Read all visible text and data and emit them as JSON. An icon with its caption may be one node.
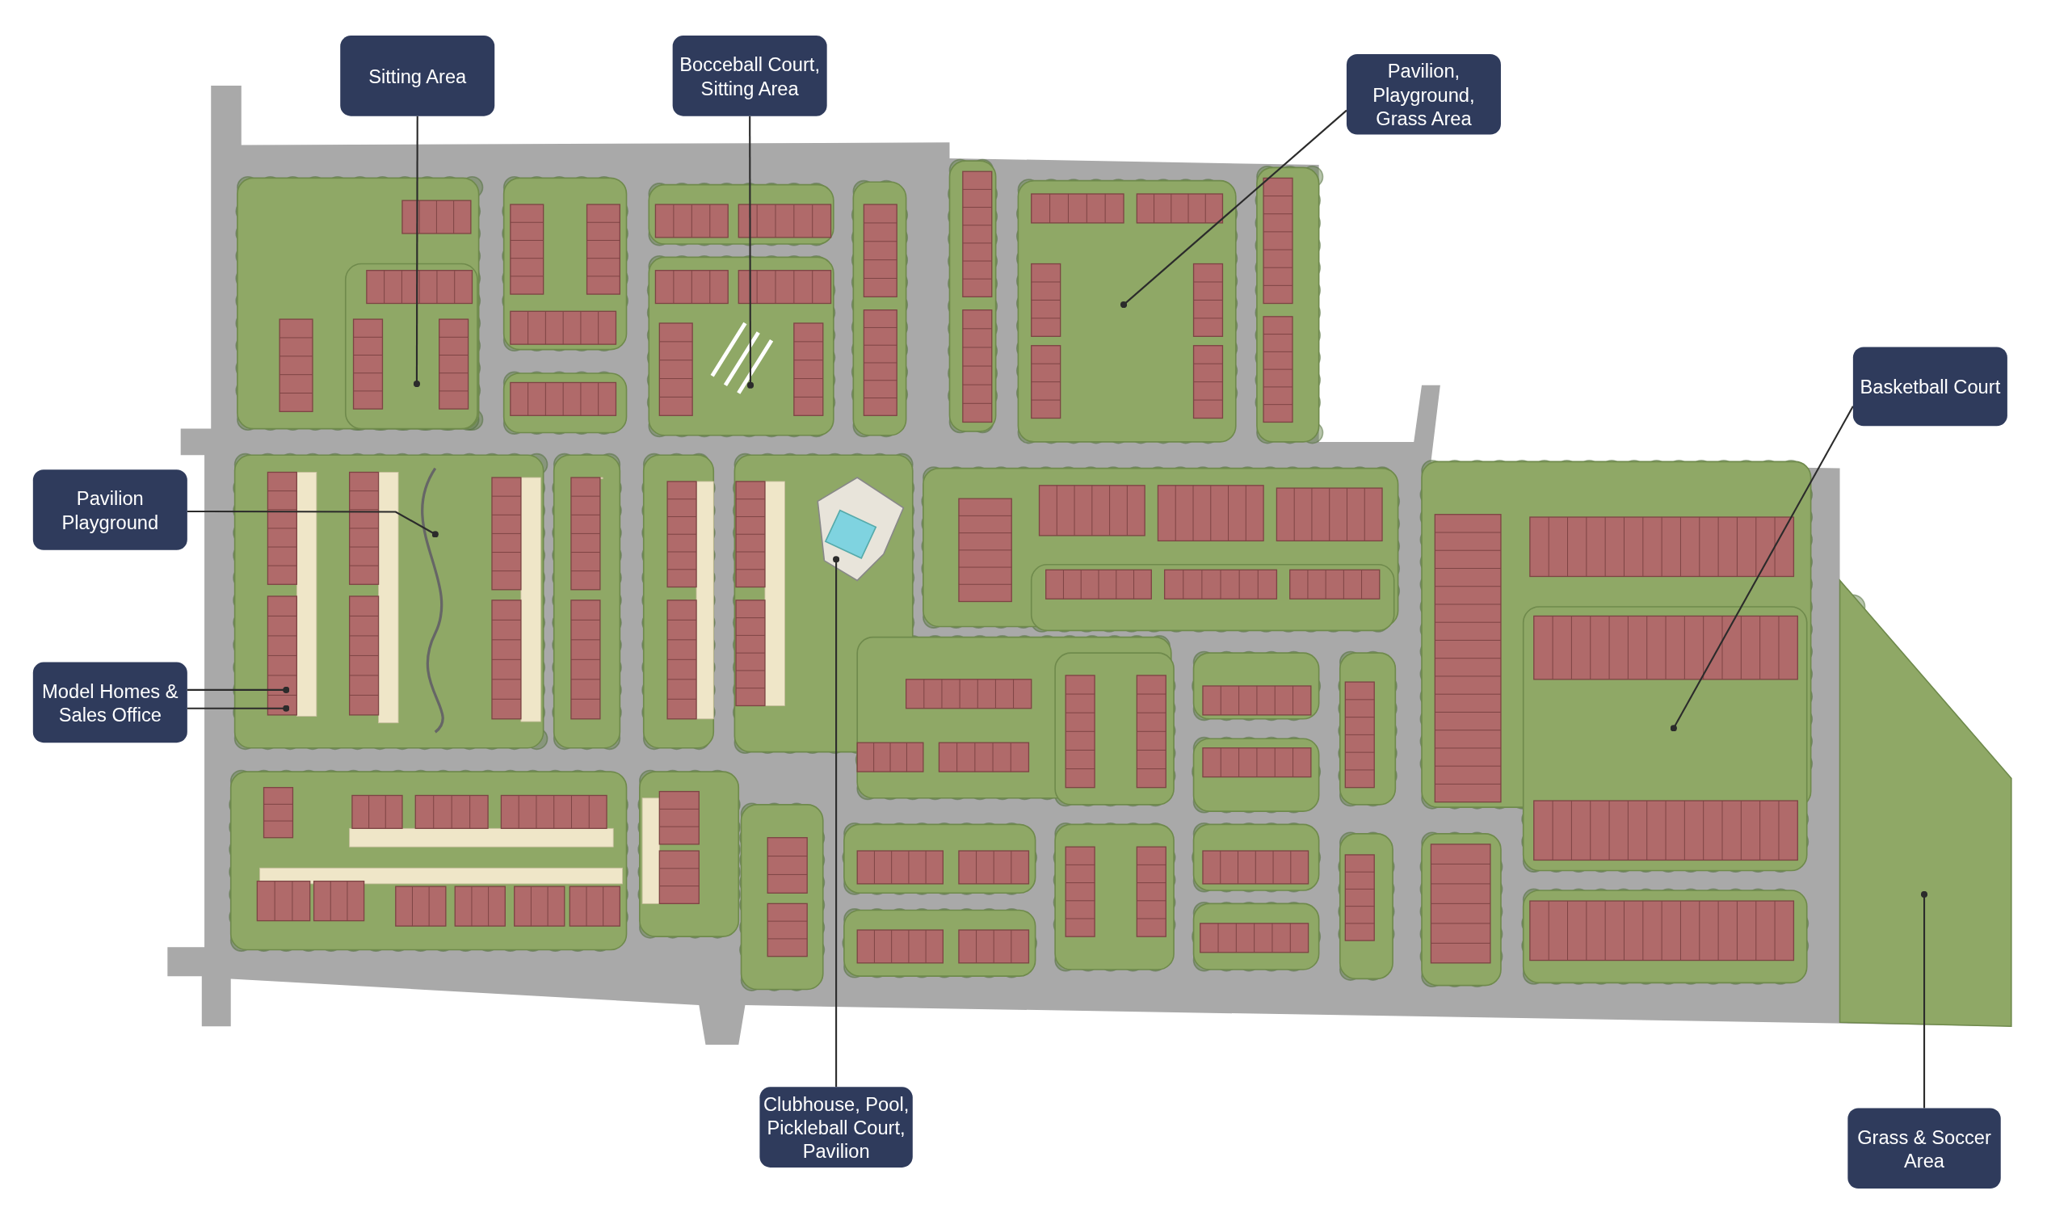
{
  "diagram": {
    "nodes": [
      {
        "text": [
          "Sitting Area"
        ]
      },
      {
        "text": [
          "Bocceball Court, Sitting Area"
        ]
      },
      {
        "text": [
          "Pavilion, Playground, Grass Area"
        ]
      },
      {
        "text": [
          "Basketball Court"
        ]
      },
      {
        "text": [
          "Pavilion Playground"
        ]
      },
      {
        "text": [
          "Model Homes & Sales Office"
        ]
      },
      {
        "text": [
          "Clubhouse, Pool, Pickleball Court, Pavilion"
        ]
      },
      {
        "text": [
          "Grass & Soccer Area"
        ]
      }
    ],
    "edges": [
      {
        "from": 0,
        "to": null,
        "arrow": "other"
      },
      {
        "from": 1,
        "to": null,
        "arrow": "other"
      },
      {
        "from": 2,
        "to": null,
        "arrow": "other"
      },
      {
        "from": 3,
        "to": null,
        "arrow": "other"
      },
      {
        "from": 4,
        "to": null,
        "arrow": "other"
      },
      {
        "from": 5,
        "to": null,
        "arrow": "other"
      },
      {
        "from": 5,
        "to": null,
        "arrow": "other"
      },
      {
        "from": 6,
        "to": null,
        "arrow": "other"
      },
      {
        "from": 7,
        "to": null,
        "arrow": "other"
      }
    ]
  }
}
